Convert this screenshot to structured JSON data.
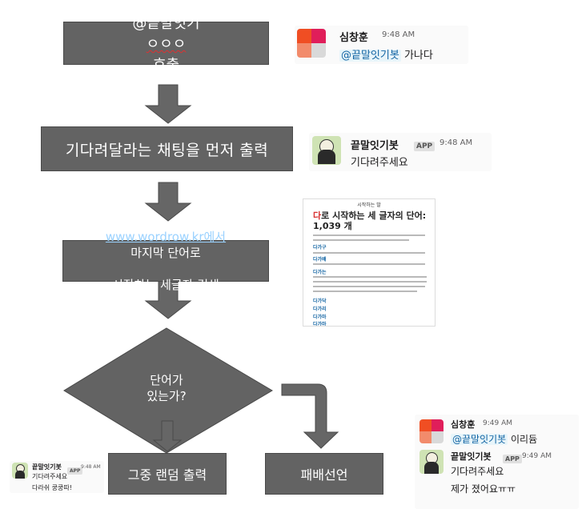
{
  "colors": {
    "box_fill": "#636363",
    "arrow_fill": "#666666",
    "link": "#9bd2ff",
    "mention": "#1264a3"
  },
  "flow": {
    "step1_prefix": "@끝말잇기 ",
    "step1_squiggle": "ㅇㅇㅇ",
    "step1_suffix": " 호출",
    "step2": "기다려달라는 채팅을 먼저 출력",
    "step3_link": "www.wordrow.kr에서",
    "step3_line1_rest": " 마지막 단어로",
    "step3_line2": "시작하는 세글자 검색",
    "decision_line1": "단어가",
    "decision_line2": "있는가?",
    "yes_box": "그중 랜덤 출력",
    "no_box": "패배선언"
  },
  "chats": {
    "c1": {
      "avatar": "avatar-icon",
      "name": "심창훈",
      "time": "9:48 AM",
      "mention": "@끝말잇기봇",
      "text": " 가나다"
    },
    "c2": {
      "avatar": "bot-avatar-icon",
      "name": "끝말잇기봇",
      "badge": "APP",
      "time": "9:48 AM",
      "text": "기다려주세요"
    },
    "c3": {
      "name": "끝말잇기봇",
      "badge": "APP",
      "time": "9:48 AM",
      "line1": "기다려주세요",
      "line2": "다라쉬 쿵쿵따!"
    },
    "c4": {
      "name": "심창훈",
      "time": "9:49 AM",
      "mention": "@끝말잇기봇",
      "text": " 이리듐",
      "bot_name": "끝말잇기봇",
      "bot_badge": "APP",
      "bot_time": "9:49 AM",
      "line1": "기다려주세요",
      "line2": "제가 졌어요ㅠㅠ"
    }
  },
  "search_shot": {
    "header": "시작하는 말",
    "title_red": "다",
    "title_rest": "로 시작하는 세 글자의 단어: 1,039 개",
    "entries": [
      "다가구",
      "다가배",
      "다가는",
      "다가닥",
      "다가리",
      "다가마",
      "다가마"
    ]
  }
}
